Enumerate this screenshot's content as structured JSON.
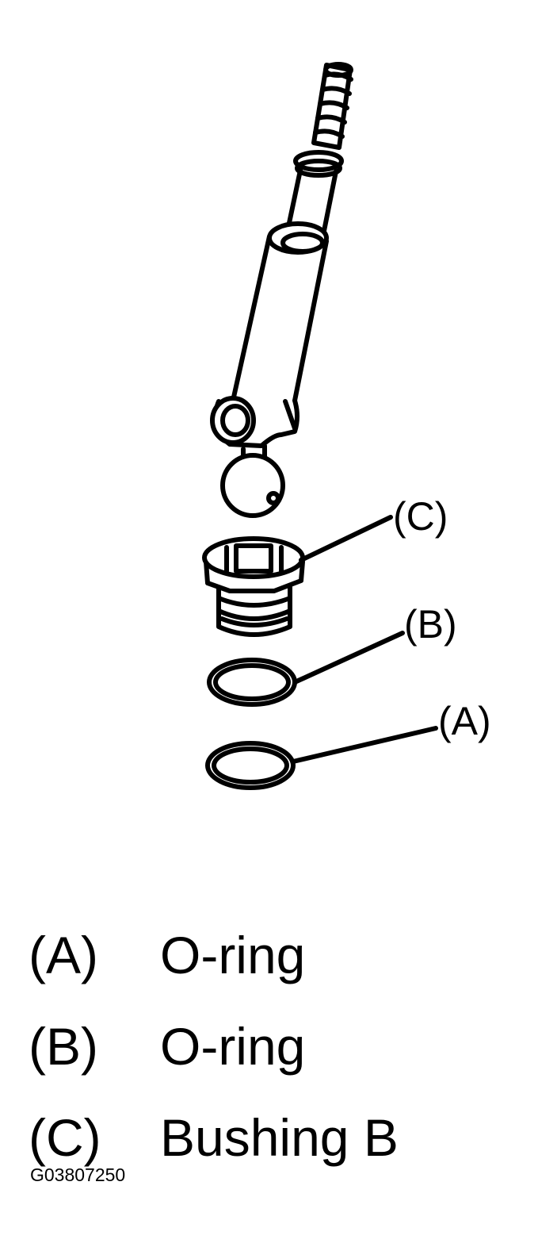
{
  "callouts": {
    "c": "(C)",
    "b": "(B)",
    "a": "(A)"
  },
  "legend": [
    {
      "key": "(A)",
      "value": "O-ring"
    },
    {
      "key": "(B)",
      "value": "O-ring"
    },
    {
      "key": "(C)",
      "value": "Bushing B"
    }
  ],
  "figure_code": "G03807250",
  "colors": {
    "line": "#000000",
    "background": "#ffffff"
  }
}
